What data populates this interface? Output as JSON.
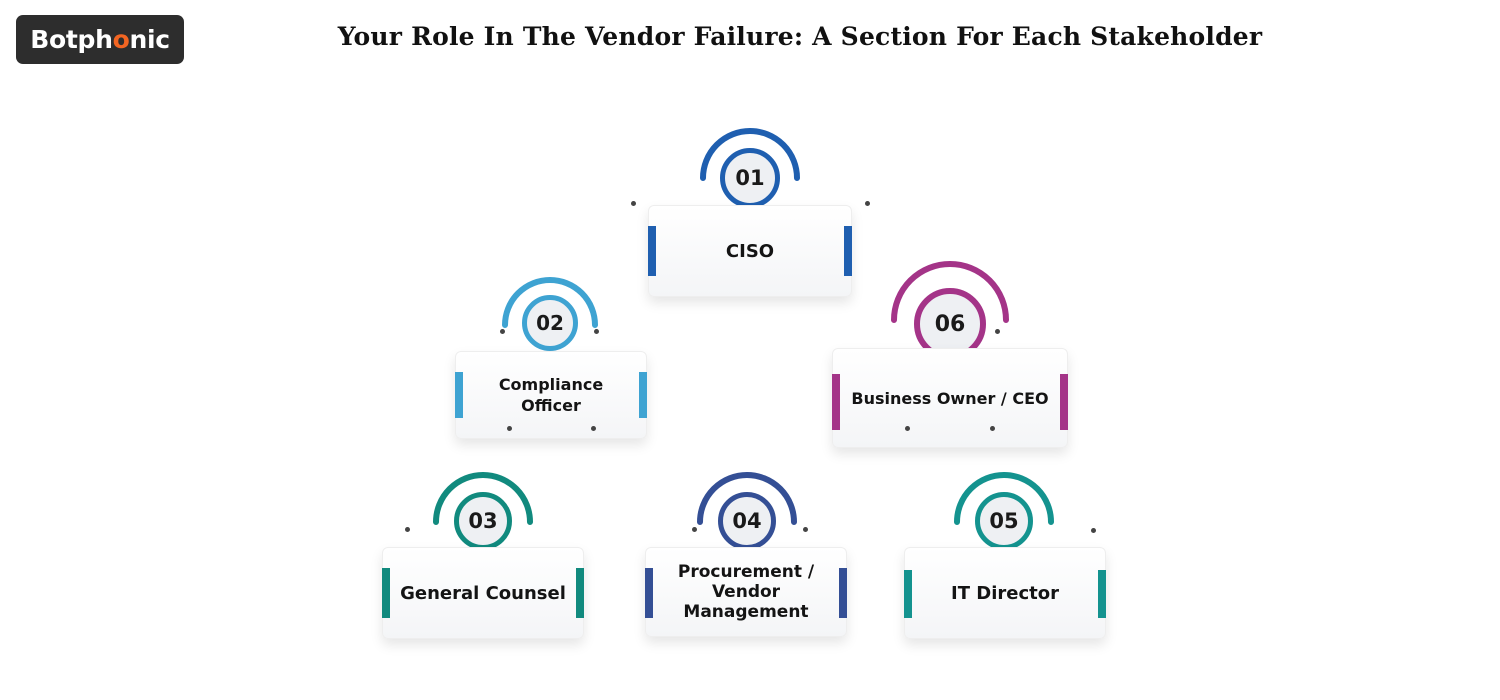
{
  "logo": {
    "text_main": "Botph",
    "text_accent": "o",
    "text_end": "nic"
  },
  "title": "Your Role In The Vendor Failure: A Section For Each Stakeholder",
  "stakeholders": [
    {
      "number": "01",
      "label": "CISO",
      "color": "#1f5fb0"
    },
    {
      "number": "02",
      "label": "Compliance Officer",
      "color": "#3ea3d2"
    },
    {
      "number": "03",
      "label": "General Counsel",
      "color": "#118a7e"
    },
    {
      "number": "04",
      "label": "Procurement / Vendor Management",
      "color": "#344f95"
    },
    {
      "number": "05",
      "label": "IT Director",
      "color": "#14938f"
    },
    {
      "number": "06",
      "label": "Business Owner / CEO",
      "color": "#a43488"
    }
  ]
}
